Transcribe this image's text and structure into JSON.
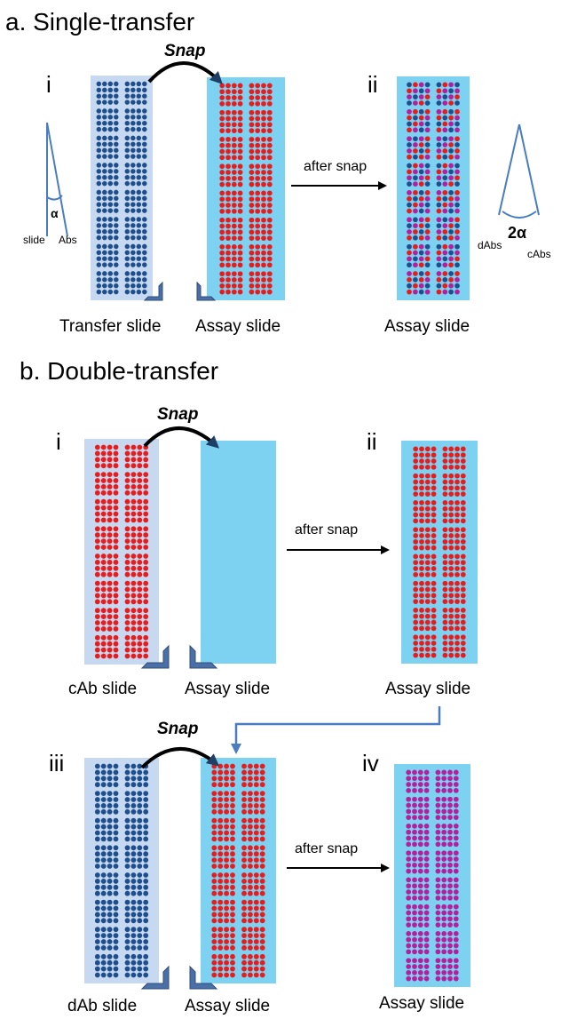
{
  "colors": {
    "transfer_slide": "#c6d9f1",
    "assay_slide": "#7dd2f1",
    "navy_dot": "#1f4e8c",
    "red_dot": "#e81c1c",
    "magenta_dot": "#b51f9e",
    "connector": "#4a7dbf",
    "clamp": "#4b70a8"
  },
  "panel_a": {
    "title": "a. Single-transfer",
    "label_i": "i",
    "label_ii": "ii",
    "snap": "Snap",
    "after_snap": "after snap",
    "caption_transfer": "Transfer slide",
    "caption_assay": "Assay slide",
    "caption_assay_after": "Assay slide",
    "angle_left": {
      "symbol": "α",
      "label_slide": "slide",
      "label_abs": "Abs"
    },
    "angle_right": {
      "symbol": "2α",
      "label_dabs": "dAbs",
      "label_cabs": "cAbs"
    }
  },
  "panel_b": {
    "title": "b. Double-transfer",
    "label_i": "i",
    "label_ii": "ii",
    "label_iii": "iii",
    "label_iv": "iv",
    "snap_top": "Snap",
    "snap_bottom": "Snap",
    "after_snap_top": "after snap",
    "after_snap_bottom": "after snap",
    "caption_cab": "cAb slide",
    "caption_assay_i": "Assay slide",
    "caption_assay_ii": "Assay slide",
    "caption_dab": "dAb slide",
    "caption_assay_iii": "Assay slide",
    "caption_assay_iv": "Assay slide"
  }
}
